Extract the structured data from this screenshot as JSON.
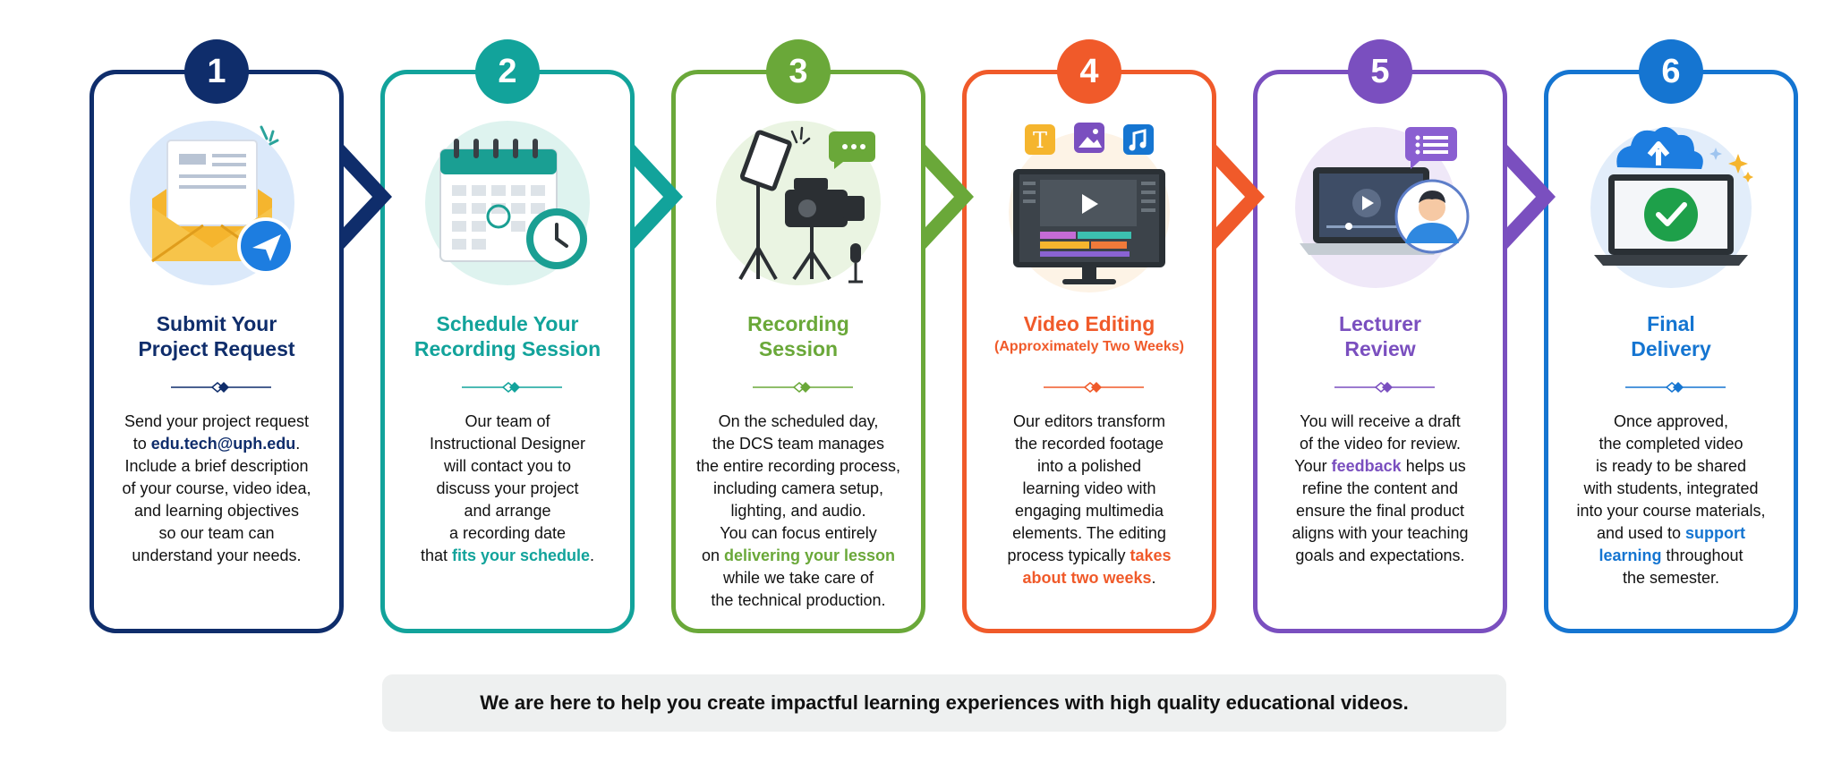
{
  "colors": [
    "#0f2d6b",
    "#12a39b",
    "#6aa839",
    "#f05a2a",
    "#7a4fbf",
    "#1575d1"
  ],
  "steps": [
    {
      "number": "1",
      "title_line1": "Submit Your",
      "title_line2": "Project Request",
      "icon": "envelope-send-icon",
      "desc": [
        "Send your project request",
        "to ",
        "edu.tech@uph.edu",
        ".",
        "Include a brief description",
        "of your course, video idea,",
        "and learning objectives",
        "so our team can",
        "understand your needs."
      ]
    },
    {
      "number": "2",
      "title_line1": "Schedule Your",
      "title_line2": "Recording Session",
      "icon": "calendar-clock-icon",
      "desc": [
        "Our team of",
        "Instructional Designer",
        "will contact you to",
        "discuss your project",
        "and arrange",
        "a recording date",
        "that ",
        "fits your schedule",
        "."
      ]
    },
    {
      "number": "3",
      "title_line1": "Recording",
      "title_line2": "Session",
      "icon": "camera-studio-icon",
      "desc": [
        "On the scheduled day,",
        "the DCS team manages",
        "the entire recording process,",
        "including camera setup,",
        "lighting, and audio.",
        "You can focus entirely",
        "on ",
        "delivering your lesson",
        "while we take care of",
        "the technical production."
      ]
    },
    {
      "number": "4",
      "title_line1": "Video Editing",
      "title_sub": "(Approximately Two Weeks)",
      "icon": "video-editor-monitor-icon",
      "desc": [
        "Our editors transform",
        "the recorded footage",
        "into a polished",
        "learning video with",
        "engaging multimedia",
        "elements. The editing",
        "process typically ",
        "takes",
        "about two weeks",
        "."
      ]
    },
    {
      "number": "5",
      "title_line1": "Lecturer",
      "title_line2": "Review",
      "icon": "laptop-review-icon",
      "desc": [
        "You will receive a draft",
        "of the video for review.",
        "Your ",
        "feedback",
        " helps us",
        "refine the content and",
        "ensure the final product",
        "aligns with your teaching",
        "goals and expectations."
      ]
    },
    {
      "number": "6",
      "title_line1": "Final",
      "title_line2": "Delivery",
      "icon": "laptop-upload-check-icon",
      "desc": [
        "Once approved,",
        "the completed video",
        "is ready to be shared",
        "with students, integrated",
        "into your course materials,",
        "and used to ",
        "support",
        "learning",
        " throughout",
        "the semester."
      ]
    }
  ],
  "footer": "We are here to help you create impactful learning experiences with high quality educational videos."
}
